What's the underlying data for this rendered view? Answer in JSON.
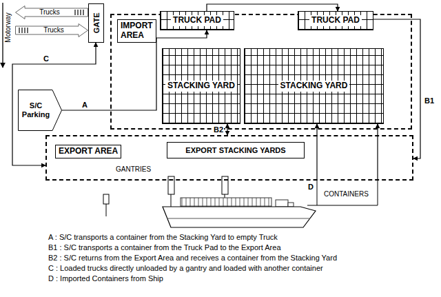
{
  "diagram": {
    "nodes": [
      {
        "text": [
          "Trucks"
        ]
      },
      {
        "text": [
          "Trucks"
        ]
      },
      {
        "text": [
          "GATE"
        ]
      },
      {
        "text": [
          "IMPORT AREA"
        ]
      },
      {
        "text": [
          "TRUCK PAD"
        ],
        "in": 3
      },
      {
        "text": [
          "TRUCK PAD"
        ],
        "in": 3
      },
      {
        "text": [
          "STACKING YARD"
        ],
        "in": 3
      },
      {
        "text": [
          "STACKING YARD"
        ],
        "in": 3
      },
      {
        "text": [
          "S/C Parking"
        ]
      },
      {
        "text": [
          "EXPORT AREA"
        ]
      },
      {
        "text": [
          "EXPORT STACKING YARDS"
        ],
        "in": 9
      }
    ],
    "edges": [
      {
        "from": 4,
        "to": 5,
        "arrow": "to"
      },
      {
        "from": 8,
        "to": 4,
        "label": "A",
        "arrow": "to"
      },
      {
        "from": 2,
        "to": 9,
        "label": "C",
        "arrow": "both"
      },
      {
        "from": 5,
        "to": 9,
        "label": "B1",
        "arrow": "to"
      },
      {
        "from": 6,
        "to": 9,
        "label": "B2",
        "arrow": "both"
      },
      {
        "from": 9,
        "to": 7,
        "label": "D",
        "arrow": "to"
      },
      {
        "from": 9,
        "to": 7,
        "arrow": "to"
      }
    ],
    "labels": [
      "Motorway",
      "GANTRIES",
      "CONTAINERS",
      "A : S/C transports a container from the Stacking Yard to empty Truck",
      "B1 : S/C transports a container from the Truck Pad to the Export Area",
      "B2 : S/C returns from the Export Area and receives a container from the Stacking Yard",
      "C : Loaded trucks directly unloaded by a gantry and loaded with another container",
      "D : Imported Containers from Ship"
    ]
  }
}
